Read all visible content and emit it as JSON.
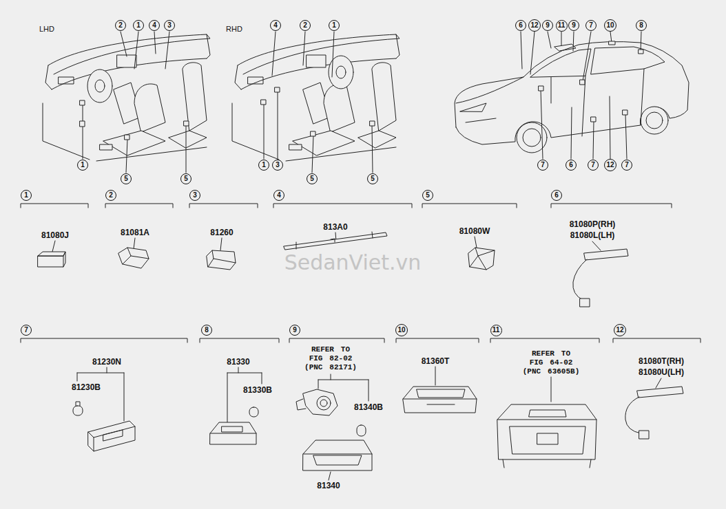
{
  "diagram": {
    "nodes": [
      {
        "text": [
          "2"
        ]
      },
      {
        "text": [
          "1"
        ]
      },
      {
        "text": [
          "4"
        ]
      },
      {
        "text": [
          "3"
        ]
      },
      {
        "text": [
          "4"
        ]
      },
      {
        "text": [
          "2"
        ]
      },
      {
        "text": [
          "1"
        ]
      },
      {
        "text": [
          "6"
        ]
      },
      {
        "text": [
          "12"
        ]
      },
      {
        "text": [
          "9"
        ]
      },
      {
        "text": [
          "11"
        ]
      },
      {
        "text": [
          "9"
        ]
      },
      {
        "text": [
          "7"
        ]
      },
      {
        "text": [
          "10"
        ]
      },
      {
        "text": [
          "8"
        ]
      },
      {
        "text": [
          "1"
        ]
      },
      {
        "text": [
          "5"
        ]
      },
      {
        "text": [
          "5"
        ]
      },
      {
        "text": [
          "1"
        ]
      },
      {
        "text": [
          "3"
        ]
      },
      {
        "text": [
          "5"
        ]
      },
      {
        "text": [
          "5"
        ]
      },
      {
        "text": [
          "7"
        ]
      },
      {
        "text": [
          "6"
        ]
      },
      {
        "text": [
          "7"
        ]
      },
      {
        "text": [
          "12"
        ]
      },
      {
        "text": [
          "7"
        ]
      },
      {
        "text": [
          "1"
        ]
      },
      {
        "text": [
          "2"
        ]
      },
      {
        "text": [
          "3"
        ]
      },
      {
        "text": [
          "4"
        ]
      },
      {
        "text": [
          "5"
        ]
      },
      {
        "text": [
          "6"
        ]
      },
      {
        "text": [
          "7"
        ]
      },
      {
        "text": [
          "8"
        ]
      },
      {
        "text": [
          "9"
        ]
      },
      {
        "text": [
          "10"
        ]
      },
      {
        "text": [
          "11"
        ]
      },
      {
        "text": [
          "12"
        ]
      }
    ],
    "labels": [
      "LHD",
      "RHD",
      "81080J",
      "81081A",
      "81260",
      "813A0",
      "81080W",
      "81080P(RH)",
      "81080L(LH)",
      "81230N",
      "81230B",
      "81330",
      "81330B",
      "REFER TO FIG 82-02 (PNC 82171)",
      "81340B",
      "81340",
      "81360T",
      "REFER TO FIG 64-02 (PNC 63605B)",
      "81080T(RH)",
      "81080U(LH)",
      "SedanViet.vn"
    ]
  }
}
